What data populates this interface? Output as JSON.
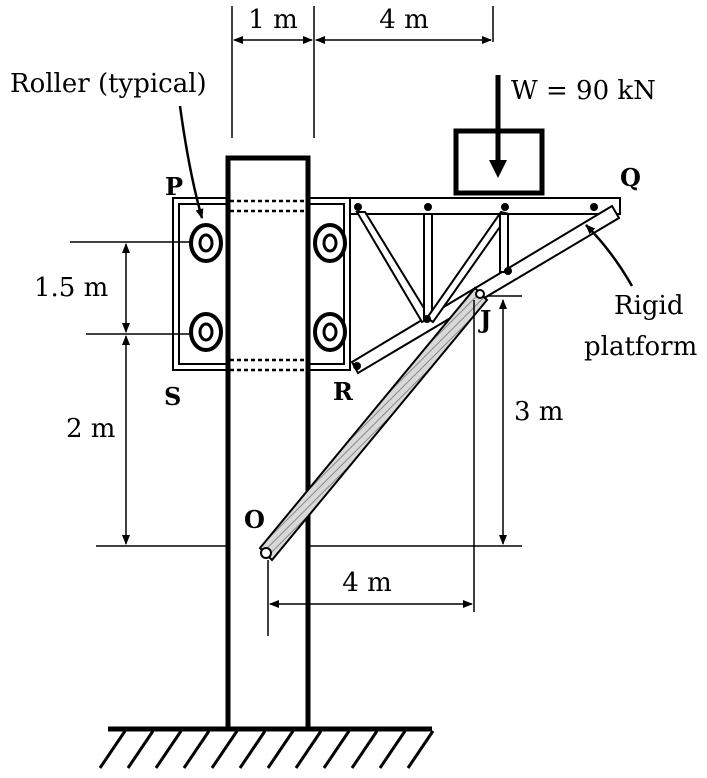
{
  "labels": {
    "dim_top_1m": "1 m",
    "dim_top_4m": "4 m",
    "roller": "Roller (typical)",
    "load": "W = 90 kN",
    "P": "P",
    "Q": "Q",
    "R": "R",
    "S": "S",
    "J": "J",
    "O": "O",
    "dim_1_5m": "1.5 m",
    "dim_2m": "2 m",
    "dim_3m": "3 m",
    "dim_bottom_4m": "4 m",
    "rigid": "Rigid",
    "platform": "platform"
  },
  "colors": {
    "ink": "#000000",
    "strut_fill": "#cfcfcf",
    "background": "#ffffff"
  }
}
